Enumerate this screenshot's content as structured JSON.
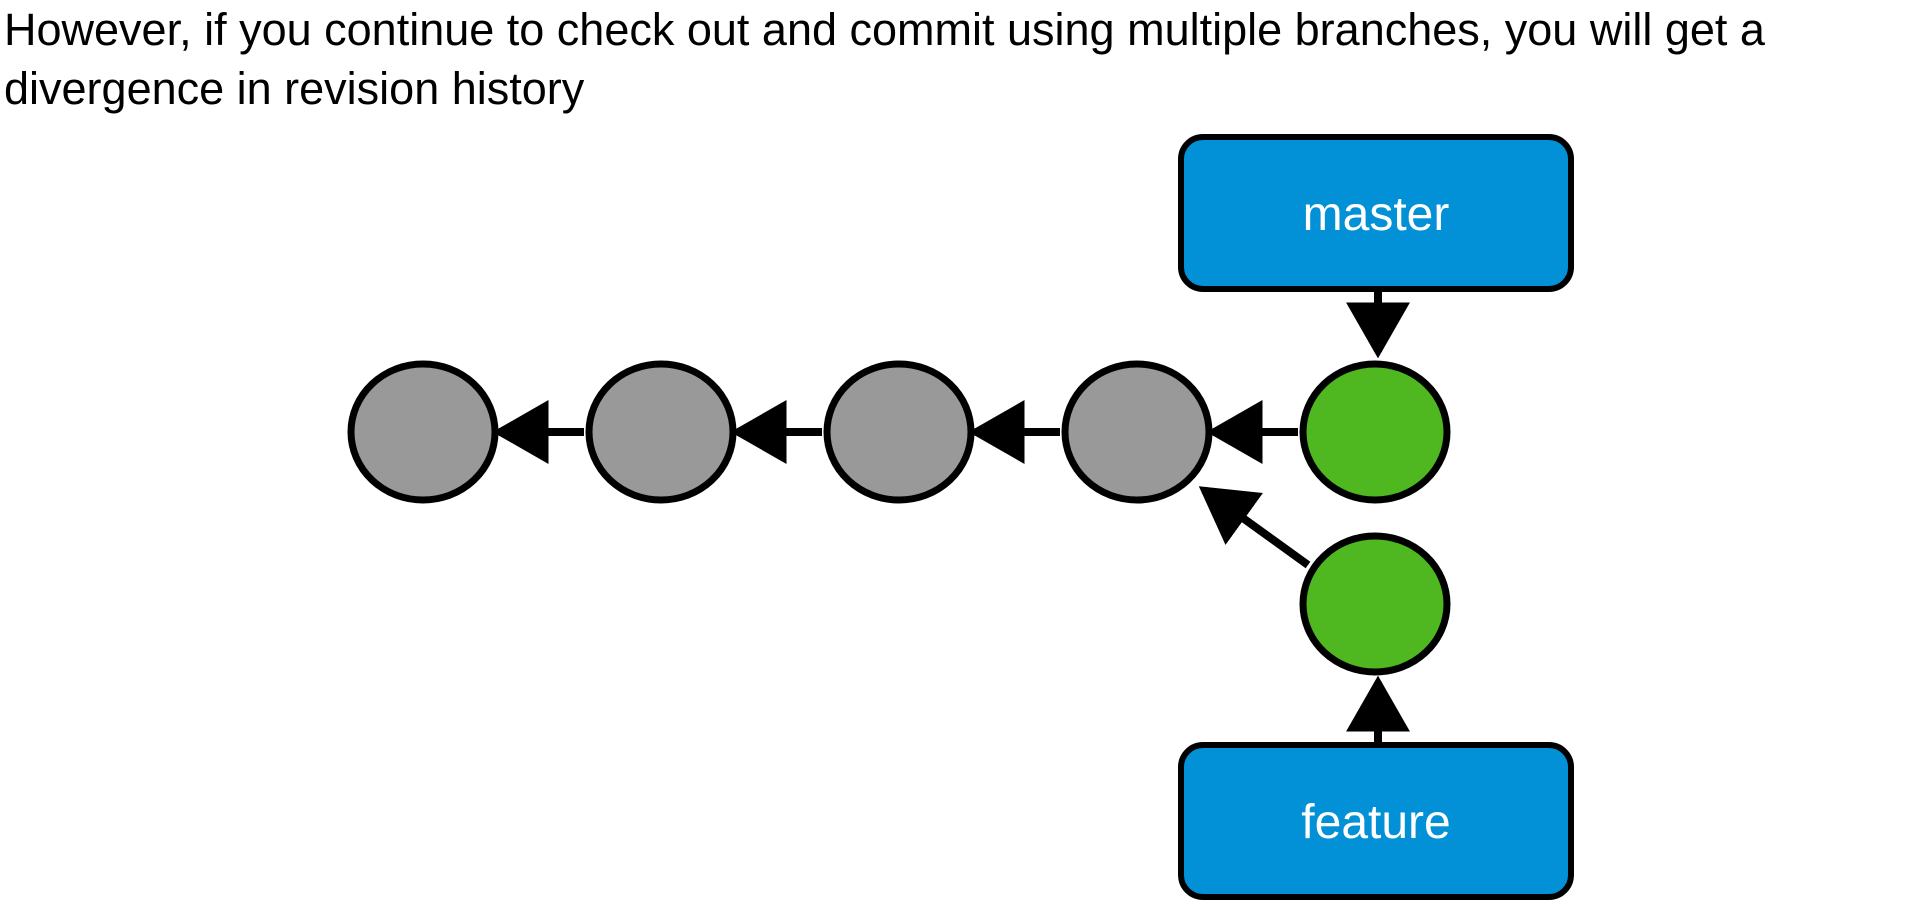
{
  "caption": {
    "line1": "However, if you continue to check out and commit using multiple branches, you will get a",
    "line2": "divergence in revision history"
  },
  "branches": {
    "master": "master",
    "feature": "feature"
  },
  "colors": {
    "branch_fill": "#0290D6",
    "old_commit_fill": "#999999",
    "new_commit_fill": "#4FB71F",
    "stroke": "#000000"
  }
}
